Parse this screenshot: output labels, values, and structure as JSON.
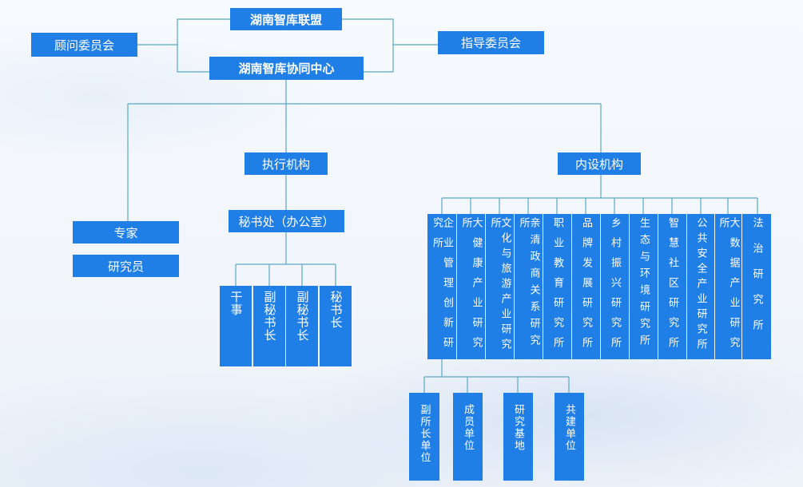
{
  "org": {
    "alliance": "湖南智库联盟",
    "center": "湖南智库协同中心",
    "advisory": "顾问委员会",
    "guidance": "指导委员会",
    "executive": "执行机构",
    "internal": "内设机构",
    "expert": "专家",
    "researcher": "研究员",
    "secretariat": "秘书处（办公室）",
    "staff": [
      "干事",
      "副秘书长",
      "副秘书长",
      "秘书长"
    ],
    "institutes": [
      "企业管理创新研究所",
      "大健康产业研究所",
      "文化与旅游产业研究所",
      "亲清政商关系研究所",
      "职业教育研究所",
      "品牌发展研究所",
      "乡村振兴研究所",
      "生态与环境研究所",
      "智慧社区研究所",
      "公共安全产业研究所",
      "大数据产业研究所",
      "法治研究所"
    ],
    "units": [
      "副所长单位",
      "成员单位",
      "研究基地",
      "共建单位"
    ]
  },
  "colors": {
    "box": "#1f7fe6",
    "line": "#5aa7c6",
    "text": "#ffffff"
  }
}
